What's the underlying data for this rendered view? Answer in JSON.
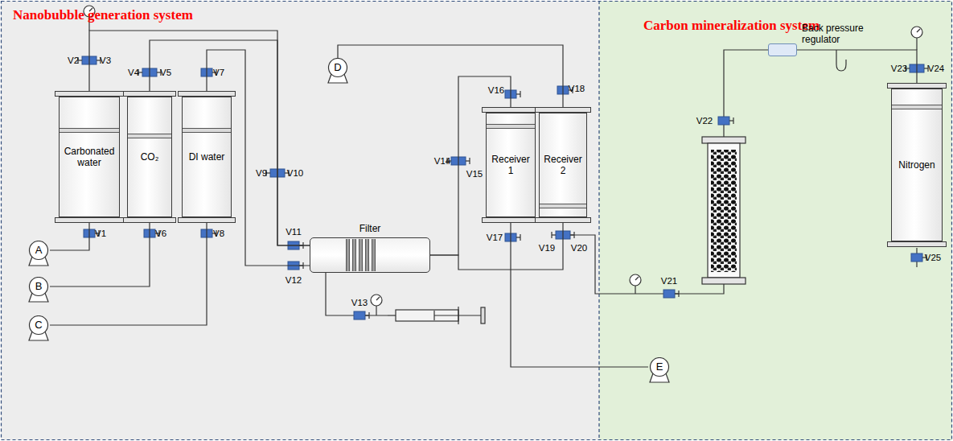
{
  "diagram": {
    "nodes": [
      {
        "text": [
          "Nanobubble generation system"
        ]
      },
      {
        "text": [
          "Carbonated water"
        ],
        "in": 0
      },
      {
        "text": [
          "CO₂"
        ],
        "in": 0
      },
      {
        "text": [
          "DI water"
        ],
        "in": 0
      },
      {
        "text": [
          "A"
        ],
        "in": 0
      },
      {
        "text": [
          "B"
        ],
        "in": 0
      },
      {
        "text": [
          "C"
        ],
        "in": 0
      },
      {
        "text": [
          "Filter"
        ],
        "in": 0
      },
      {
        "text": [
          "D"
        ],
        "in": 0
      },
      {
        "text": [
          "Receiver 1"
        ],
        "in": 0
      },
      {
        "text": [
          "Receiver 2"
        ],
        "in": 0
      },
      {
        "text": [
          "Carbon mineralization system"
        ]
      },
      {
        "text": [
          "E"
        ],
        "in": 11
      },
      {
        "text": [
          "Back pressure regulator"
        ],
        "in": 11
      },
      {
        "text": [
          "Nitrogen"
        ],
        "in": 11
      }
    ],
    "edges": [
      {
        "from": 4,
        "to": 1,
        "arrow": "none"
      },
      {
        "from": 5,
        "to": 2,
        "arrow": "none"
      },
      {
        "from": 6,
        "to": 3,
        "arrow": "none"
      },
      {
        "from": 1,
        "to": 7,
        "arrow": "none"
      },
      {
        "from": 2,
        "to": 7,
        "arrow": "none"
      },
      {
        "from": 3,
        "to": 7,
        "arrow": "none"
      },
      {
        "from": 7,
        "to": 9,
        "arrow": "none"
      },
      {
        "from": 7,
        "to": 10,
        "arrow": "none"
      },
      {
        "from": 8,
        "to": 10,
        "arrow": "none"
      },
      {
        "from": 12,
        "to": 9,
        "arrow": "none"
      },
      {
        "from": 13,
        "to": 14,
        "arrow": "none"
      }
    ],
    "labels": [
      "V1",
      "V2",
      "V3",
      "V4",
      "V5",
      "V6",
      "V7",
      "V8",
      "V9",
      "V10",
      "V11",
      "V12",
      "V13",
      "V14",
      "V15",
      "V16",
      "V17",
      "V18",
      "V19",
      "V20",
      "V21",
      "V22",
      "V23",
      "V24",
      "V25"
    ]
  }
}
